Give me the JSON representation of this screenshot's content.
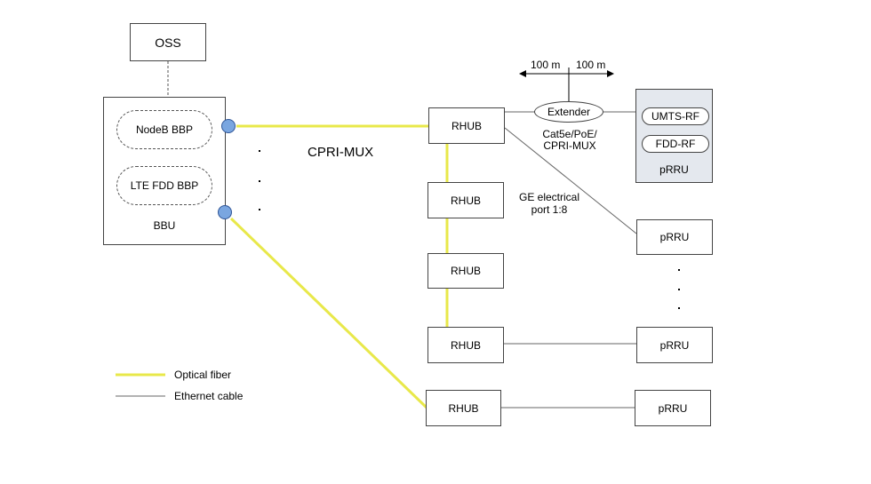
{
  "nodes": {
    "oss": "OSS",
    "bbu": "BBU",
    "nodeb_bbp": "NodeB BBP",
    "lte_fdd_bbp": "LTE FDD BBP",
    "rhub": "RHUB",
    "extender": "Extender",
    "umts_rf": "UMTS-RF",
    "fdd_rf": "FDD-RF",
    "prru": "pRRU"
  },
  "labels": {
    "cpri_mux": "CPRI-MUX",
    "distance_left": "100 m",
    "distance_right": "100 m",
    "extender_link_line1": "Cat5e/PoE/",
    "extender_link_line2": "CPRI-MUX",
    "ge_port_line1": "GE electrical",
    "ge_port_line2": "port 1:8"
  },
  "legend": {
    "optical_fiber": "Optical fiber",
    "ethernet_cable": "Ethernet cable"
  },
  "colors": {
    "optical_fiber": "#e8e84a",
    "ethernet_cable": "#666666",
    "port": "#7aa6e0",
    "prru_group_bg": "#e4e8ee"
  }
}
